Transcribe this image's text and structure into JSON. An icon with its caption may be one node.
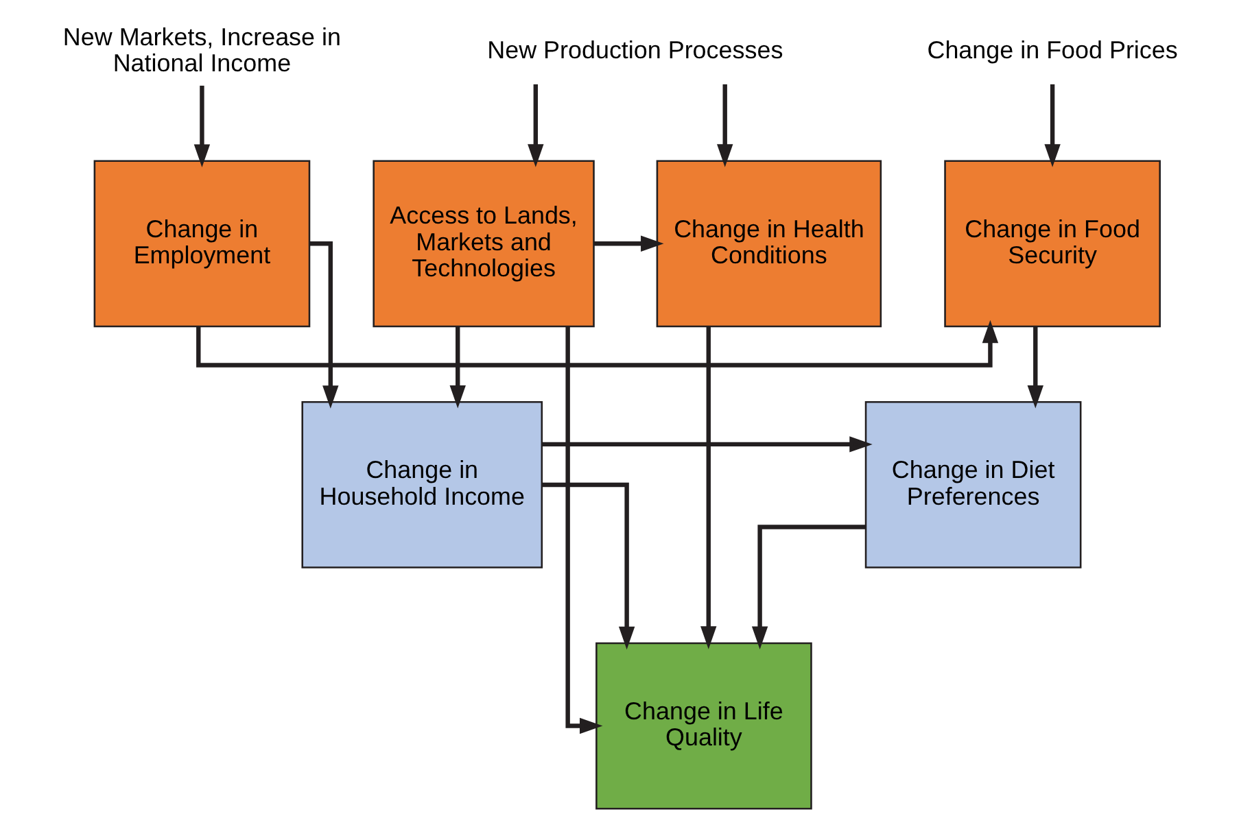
{
  "diagram": {
    "nodes": [
      {
        "text": [
          "New Production Processes"
        ]
      },
      {
        "text": [
          "New Markets, Increase in National Income"
        ]
      },
      {
        "text": [
          "Change in Food Prices"
        ]
      },
      {
        "text": [
          "Change in Health Conditions"
        ]
      },
      {
        "text": [
          "Access to Lands, Markets and Technologies"
        ]
      },
      {
        "text": [
          "Change in Employment"
        ]
      },
      {
        "text": [
          "Change in Food Security"
        ]
      },
      {
        "text": [
          "Change in Household Income"
        ]
      },
      {
        "text": [
          "Change in Diet Preferences"
        ]
      },
      {
        "text": [
          "Change in Life Quality"
        ]
      }
    ],
    "edges": [
      {
        "from": 0,
        "to": 3,
        "arrow": "to"
      },
      {
        "from": 0,
        "to": 4,
        "arrow": "to"
      },
      {
        "from": 1,
        "to": 5,
        "arrow": "to"
      },
      {
        "from": 2,
        "to": 6,
        "arrow": "to"
      },
      {
        "from": 4,
        "to": 3,
        "arrow": "to"
      },
      {
        "from": 5,
        "to": 6,
        "arrow": "to"
      },
      {
        "from": 4,
        "to": 7,
        "arrow": "to"
      },
      {
        "from": 5,
        "to": 7,
        "arrow": "to"
      },
      {
        "from": 6,
        "to": 8,
        "arrow": "to"
      },
      {
        "from": 7,
        "to": 8,
        "arrow": "to"
      },
      {
        "from": 3,
        "to": 9,
        "arrow": "to"
      },
      {
        "from": 4,
        "to": 9,
        "arrow": "to"
      },
      {
        "from": 7,
        "to": 9,
        "arrow": "to"
      },
      {
        "from": 8,
        "to": 9,
        "arrow": "to"
      }
    ]
  }
}
